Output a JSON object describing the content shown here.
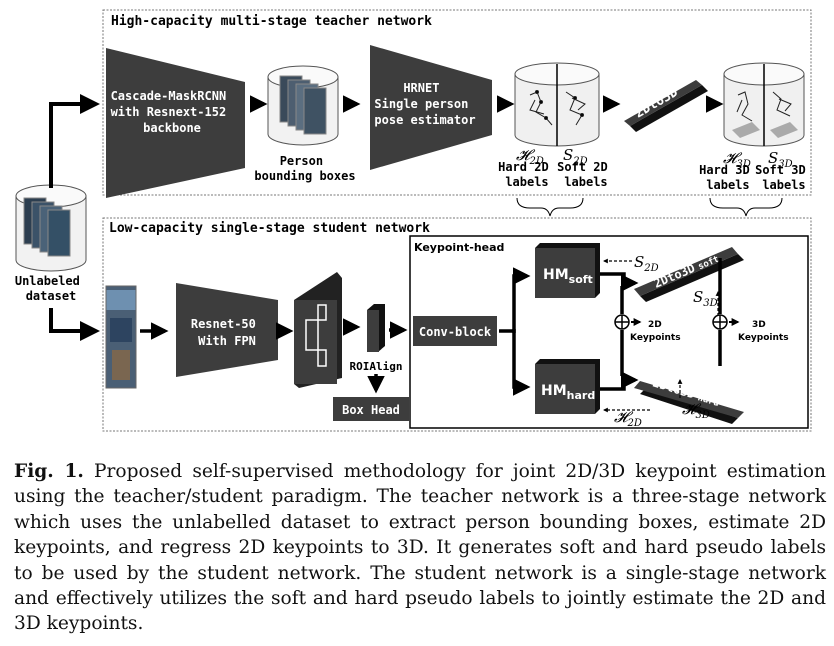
{
  "teacher": {
    "title": "High-capacity multi-stage teacher network",
    "detector": [
      "Cascade-MaskRCNN",
      "with Resnext-152",
      "backbone"
    ],
    "person_boxes": [
      "Person",
      "bounding boxes"
    ],
    "hrnet": [
      "HRNET",
      "Single person",
      "pose estimator"
    ],
    "lifter": "2Dto3D",
    "h2d": "𝓗",
    "h2d_sub": "2D",
    "s2d": "S",
    "s2d_sub": "2D",
    "hard2d": [
      "Hard 2D",
      "labels"
    ],
    "soft2d": [
      "Soft 2D",
      "labels"
    ],
    "h3d": "𝓗",
    "h3d_sub": "3D",
    "s3d": "S",
    "s3d_sub": "3D",
    "hard3d": [
      "Hard 3D",
      "labels"
    ],
    "soft3d": [
      "Soft 3D",
      "labels"
    ]
  },
  "dataset": [
    "Unlabeled",
    "dataset"
  ],
  "student": {
    "title": "Low-capacity single-stage student network",
    "backbone": [
      "Resnet-50",
      "With FPN"
    ],
    "roialign": "ROIAlign",
    "box_head": "Box Head",
    "keypoint_head": "Keypoint-head",
    "conv_block": "Conv-block",
    "hm": "HM",
    "hm_soft_sub": "soft",
    "hm_hard_sub": "hard",
    "lift_soft": "2Dto3D",
    "lift_soft_sub": "soft",
    "lift_hard": "2Dto3D",
    "lift_hard_sub": "hard",
    "s2d": "S",
    "s2d_sub": "2D",
    "s3d": "S",
    "s3d_sub": "3D",
    "h2d": "𝓗",
    "h2d_sub": "2D",
    "h3d": "𝓗",
    "h3d_sub": "3D",
    "kp2d": [
      "2D",
      "Keypoints"
    ],
    "kp3d": [
      "3D",
      "Keypoints"
    ]
  },
  "caption": {
    "label": "Fig. 1.",
    "text": " Proposed self-supervised methodology for joint 2D/3D keypoint estimation using the teacher/student paradigm. The teacher network is a three-stage network which uses the unlabelled dataset to extract person bounding boxes, estimate 2D keypoints, and regress 2D keypoints to 3D. It generates soft and hard pseudo labels to be used by the student network. The student network is a single-stage network and effectively utilizes the soft and hard pseudo labels to jointly estimate the 2D and 3D keypoints."
  }
}
